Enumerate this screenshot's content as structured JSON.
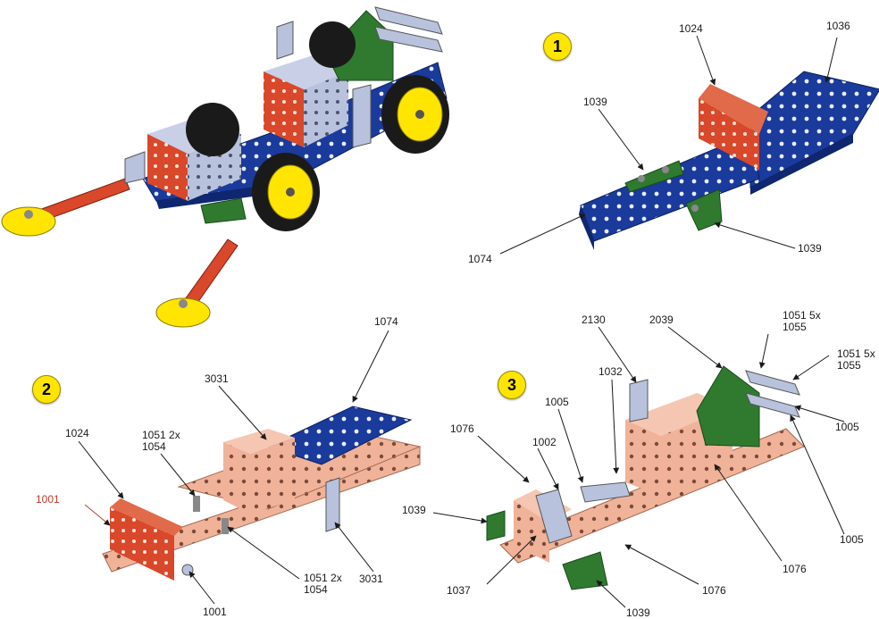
{
  "colors": {
    "blue": "#1a3a9c",
    "orange": "#d9482a",
    "green": "#2f7a2f",
    "peach": "#f0b399",
    "silver": "#b8c2dc",
    "yellow": "#ffe500",
    "black": "#1a1a1a",
    "label_red": "#c0392b"
  },
  "steps": {
    "step1": {
      "number": "1"
    },
    "step2": {
      "number": "2"
    },
    "step3": {
      "number": "3"
    }
  },
  "labels": {
    "s1_1024": "1024",
    "s1_1036": "1036",
    "s1_1039_a": "1039",
    "s1_1039_b": "1039",
    "s1_1074": "1074",
    "s2_1074": "1074",
    "s2_3031_a": "3031",
    "s2_1024": "1024",
    "s2_1051_2x_a": "1051 2x\n1054",
    "s2_1001_red": "1001",
    "s2_1001": "1001",
    "s2_1051_2x_b": "1051 2x\n1054",
    "s2_3031_b": "3031",
    "s3_2130": "2130",
    "s3_2039": "2039",
    "s3_1051_5x_a": "1051 5x\n1055",
    "s3_1051_5x_b": "1051 5x\n1055",
    "s3_1032": "1032",
    "s3_1005_a": "1005",
    "s3_1076_a": "1076",
    "s3_1002": "1002",
    "s3_1005_b": "1005",
    "s3_1039_a": "1039",
    "s3_1005_c": "1005",
    "s3_1037": "1037",
    "s3_1076_b": "1076",
    "s3_1076_c": "1076",
    "s3_1039_b": "1039"
  }
}
